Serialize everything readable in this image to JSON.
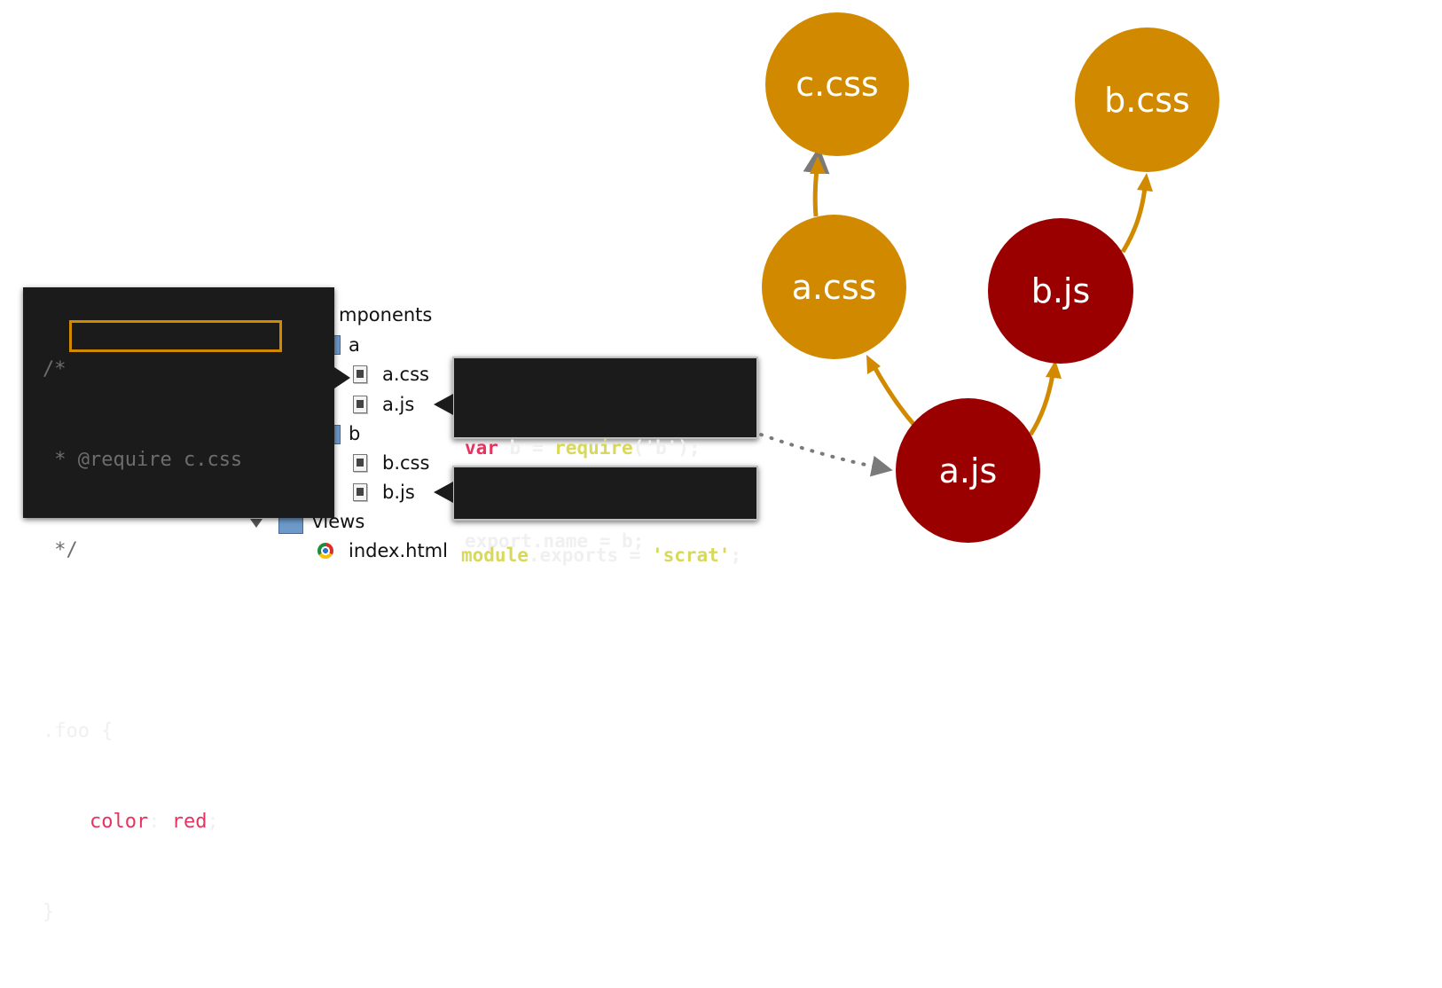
{
  "code_comment": {
    "line1": "/*",
    "line2_prefix": " * ",
    "line2_require": "@require c.css",
    "line3": " */",
    "line4": ".foo {",
    "line5_prop": "color",
    "line5_colon": ": ",
    "line5_value": "red",
    "line5_semi": ";",
    "line6": "}"
  },
  "tree": {
    "components": "mponents",
    "folder_a": "a",
    "a_css": "a.css",
    "a_js": "a.js",
    "folder_b": "b",
    "b_css": "b.css",
    "b_js": "b.js",
    "views": "views",
    "index_html": "index.html"
  },
  "code_ajs": {
    "l1_var": "var",
    "l1_b": " b = ",
    "l1_require": "require",
    "l1_arg": "('b');",
    "l2": "export.name = b;"
  },
  "code_bjs": {
    "module": "module",
    "rest": ".exports = ",
    "str": "'scrat'",
    "semi": ";"
  },
  "nodes": {
    "c_css": "c.css",
    "b_css": "b.css",
    "a_css": "a.css",
    "b_js": "b.js",
    "a_js": "a.js"
  },
  "colors": {
    "css_node": "#d18a00",
    "js_node": "#9b0000",
    "arrow": "#d18a00",
    "dotted_arrow": "#7a7a7a",
    "highlight": "#d18a00"
  },
  "icons": [
    "file-icon",
    "folder-icon",
    "html-file-icon",
    "expand-triangle-icon"
  ]
}
